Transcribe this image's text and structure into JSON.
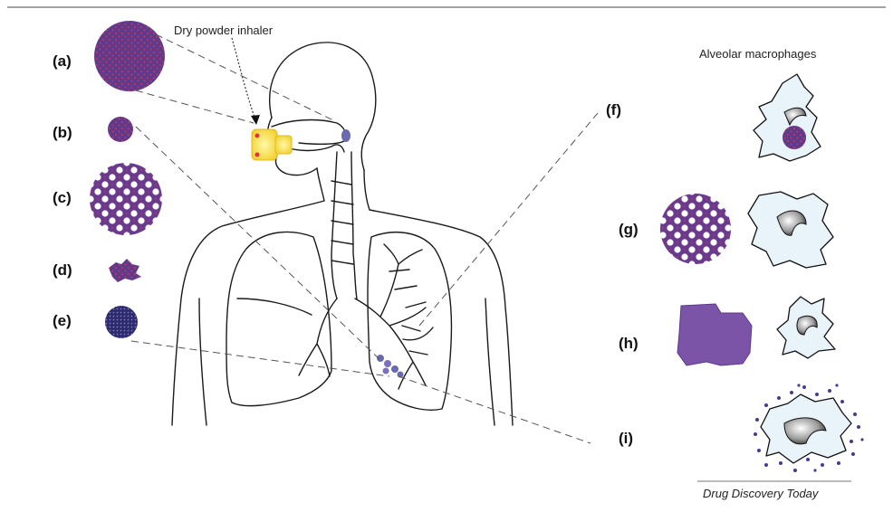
{
  "labels": {
    "a": "(a)",
    "b": "(b)",
    "c": "(c)",
    "d": "(d)",
    "e": "(e)",
    "f": "(f)",
    "g": "(g)",
    "h": "(h)",
    "i": "(i)"
  },
  "annotations": {
    "inhaler": "Dry powder inhaler",
    "macrophages": "Alveolar macrophages"
  },
  "credit": "Drug Discovery Today",
  "colors": {
    "particle": "#6a3a8e",
    "particle_dot": "#b2346a",
    "porous_hole": "#ffffff",
    "inhaler": "#f5e25a",
    "macrophage_fill": "#e9f3fa",
    "nanoparticle": "#2e2a6e"
  }
}
